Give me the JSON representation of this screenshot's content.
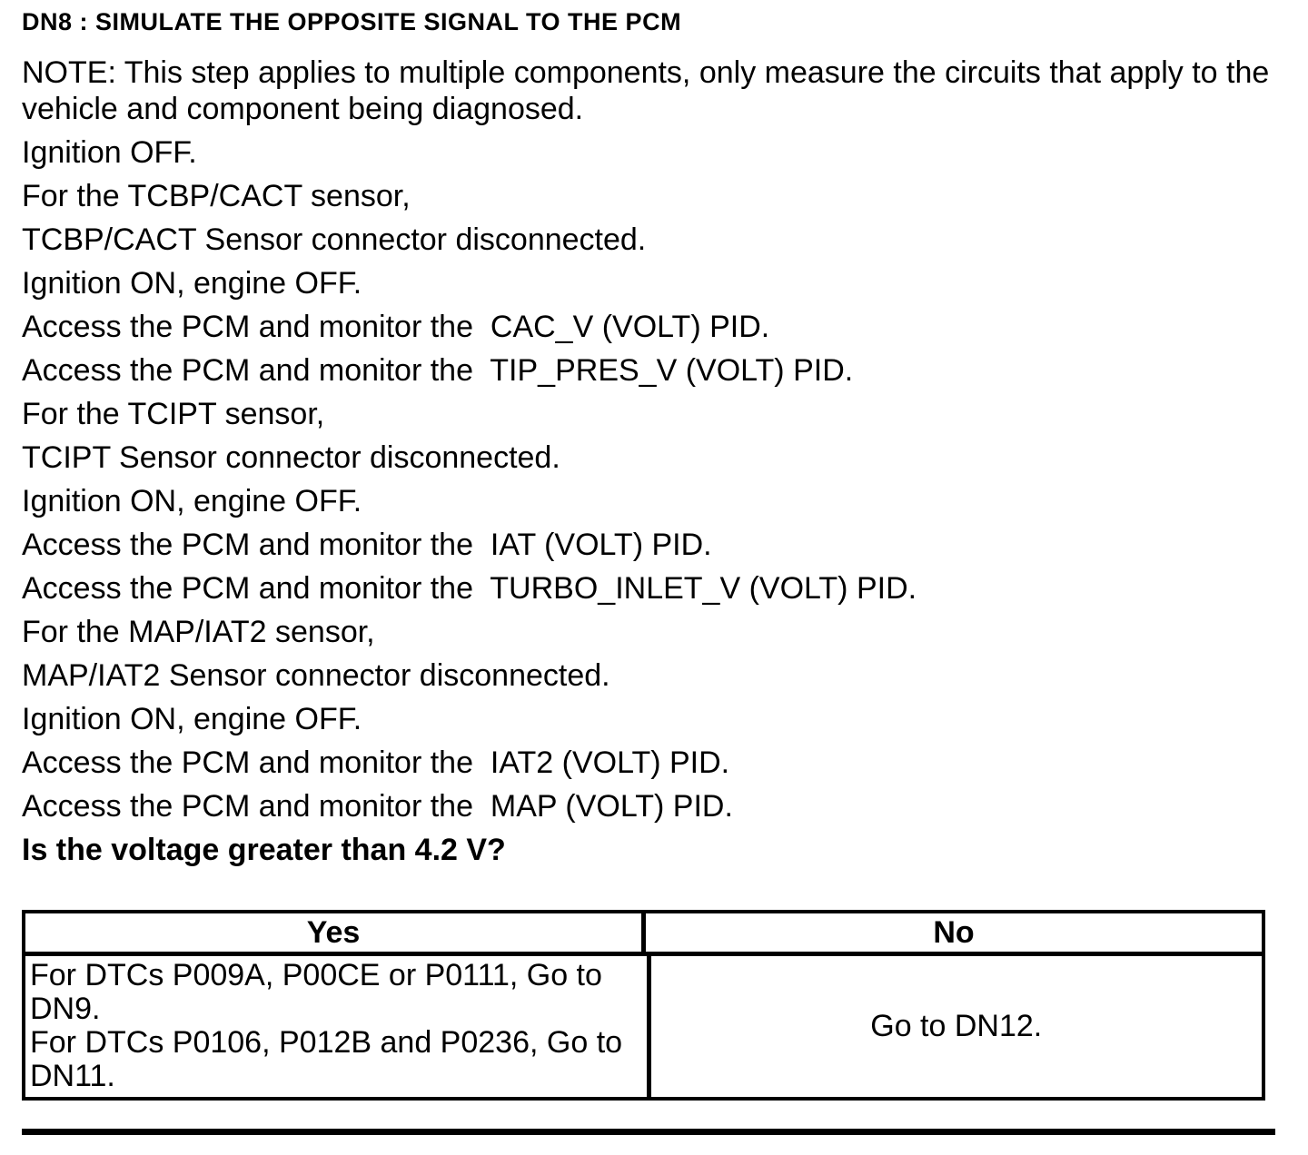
{
  "document": {
    "title": "DN8 : SIMULATE THE OPPOSITE SIGNAL TO THE PCM",
    "note": {
      "line1": "NOTE: This step applies to multiple components, only measure the circuits that apply to the",
      "line2": "vehicle and component being diagnosed."
    },
    "steps": [
      "Ignition OFF.",
      "For the TCBP/CACT sensor,",
      "TCBP/CACT Sensor connector disconnected.",
      "Ignition ON, engine OFF.",
      "Access the PCM and monitor the  CAC_V (VOLT) PID.",
      "Access the PCM and monitor the  TIP_PRES_V (VOLT) PID.",
      "For the TCIPT sensor,",
      "TCIPT Sensor connector disconnected.",
      "Ignition ON, engine OFF.",
      "Access the PCM and monitor the  IAT (VOLT) PID.",
      "Access the PCM and monitor the  TURBO_INLET_V (VOLT) PID.",
      "For the MAP/IAT2 sensor,",
      "MAP/IAT2 Sensor connector disconnected.",
      "Ignition ON, engine OFF.",
      "Access the PCM and monitor the  IAT2 (VOLT) PID.",
      "Access the PCM and monitor the  MAP (VOLT) PID."
    ],
    "question": "Is the voltage greater than 4.2 V?",
    "result_table": {
      "yes_header": "Yes",
      "no_header": "No",
      "yes_lines": [
        "For DTCs P009A, P00CE or P0111, Go to",
        "DN9.",
        "For DTCs P0106, P012B and P0236, Go to",
        "DN11."
      ],
      "no_text": "Go to DN12."
    },
    "colors": {
      "text": "#000000",
      "background": "#ffffff",
      "border": "#000000"
    }
  }
}
